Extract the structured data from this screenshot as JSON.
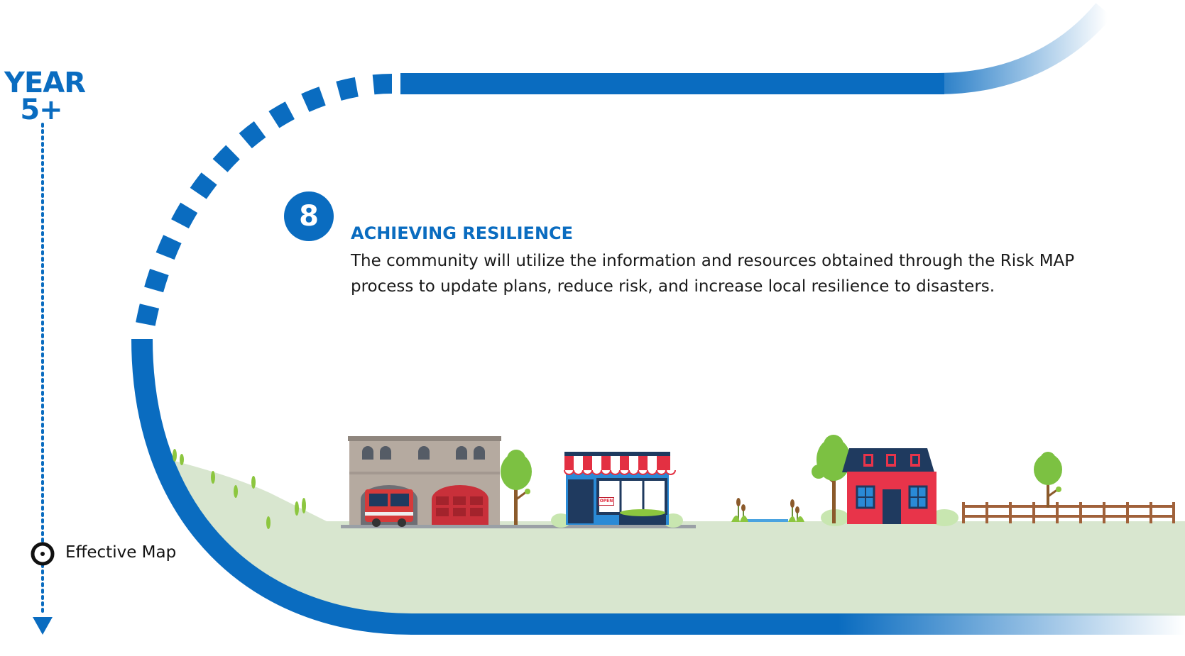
{
  "timeline": {
    "year_label": "YEAR 5+",
    "milestone_label": "Effective Map"
  },
  "step": {
    "number": "8",
    "title": "ACHIEVING RESILIENCE",
    "description": "The community will utilize the information and resources obtained through the Risk MAP process to update plans, reduce risk, and increase local resilience to disasters."
  },
  "scene": {
    "shop_sign": "OPEN"
  },
  "colors": {
    "accent_blue": "#0a6cc0",
    "ground_green": "#d8e6cf",
    "tree_green": "#7cc142",
    "firehouse_stone": "#b5aaa0",
    "truck_red": "#d63a3a",
    "house_red": "#e8344a",
    "roof_navy": "#1f3a5f",
    "fence_brown": "#a0613a"
  },
  "icons": [
    "timeline-arrow-icon",
    "milestone-circle-icon",
    "fire-station-icon",
    "fire-truck-icon",
    "storefront-icon",
    "house-icon",
    "tree-icon",
    "cattail-icon",
    "fence-icon"
  ]
}
